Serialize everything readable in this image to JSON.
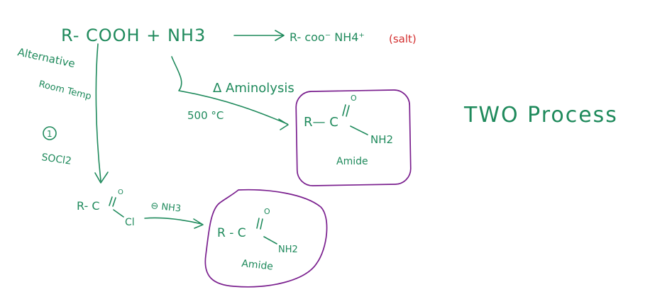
{
  "colors": {
    "ink": "#1f8a5c",
    "highlight": "#d32f2f",
    "box": "#7a1f8e"
  },
  "reaction": {
    "reactants": "R- COOH + NH3",
    "product": "R- coo⁻ NH4⁺",
    "product_note": "(salt)"
  },
  "aminolysis": {
    "label": "Δ Aminolysis",
    "temp": "500 °C"
  },
  "amide_top": {
    "structure": [
      "R— C",
      "NH2"
    ],
    "label": "Amide"
  },
  "alternative": {
    "label": "Alternative",
    "condition": "Room Temp",
    "step": "1",
    "reagent": "SOCl2"
  },
  "acid_chloride": {
    "structure": [
      "R- C",
      "Cl"
    ],
    "reagent": "⊖ NH3"
  },
  "amide_bottom": {
    "structure": [
      "R - C",
      "NH2"
    ],
    "label": "Amide"
  },
  "side_note": "TWO Process"
}
